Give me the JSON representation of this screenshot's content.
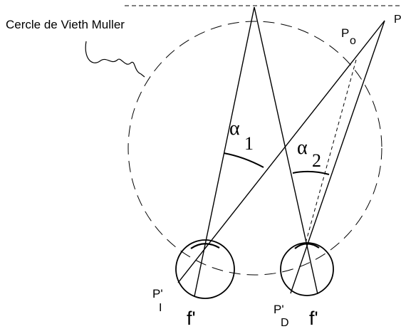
{
  "labels": {
    "circle_name": "Cercle de Vieth Muller",
    "P": "P",
    "P0_base": "P",
    "P0_sub": "o",
    "alpha": "α",
    "sub1": "1",
    "sub2": "2",
    "PL_base": "P'",
    "PL_sub": "I",
    "PD_base": "P'",
    "PD_sub": "D",
    "fovea_left": "f'",
    "fovea_right": "f'"
  }
}
